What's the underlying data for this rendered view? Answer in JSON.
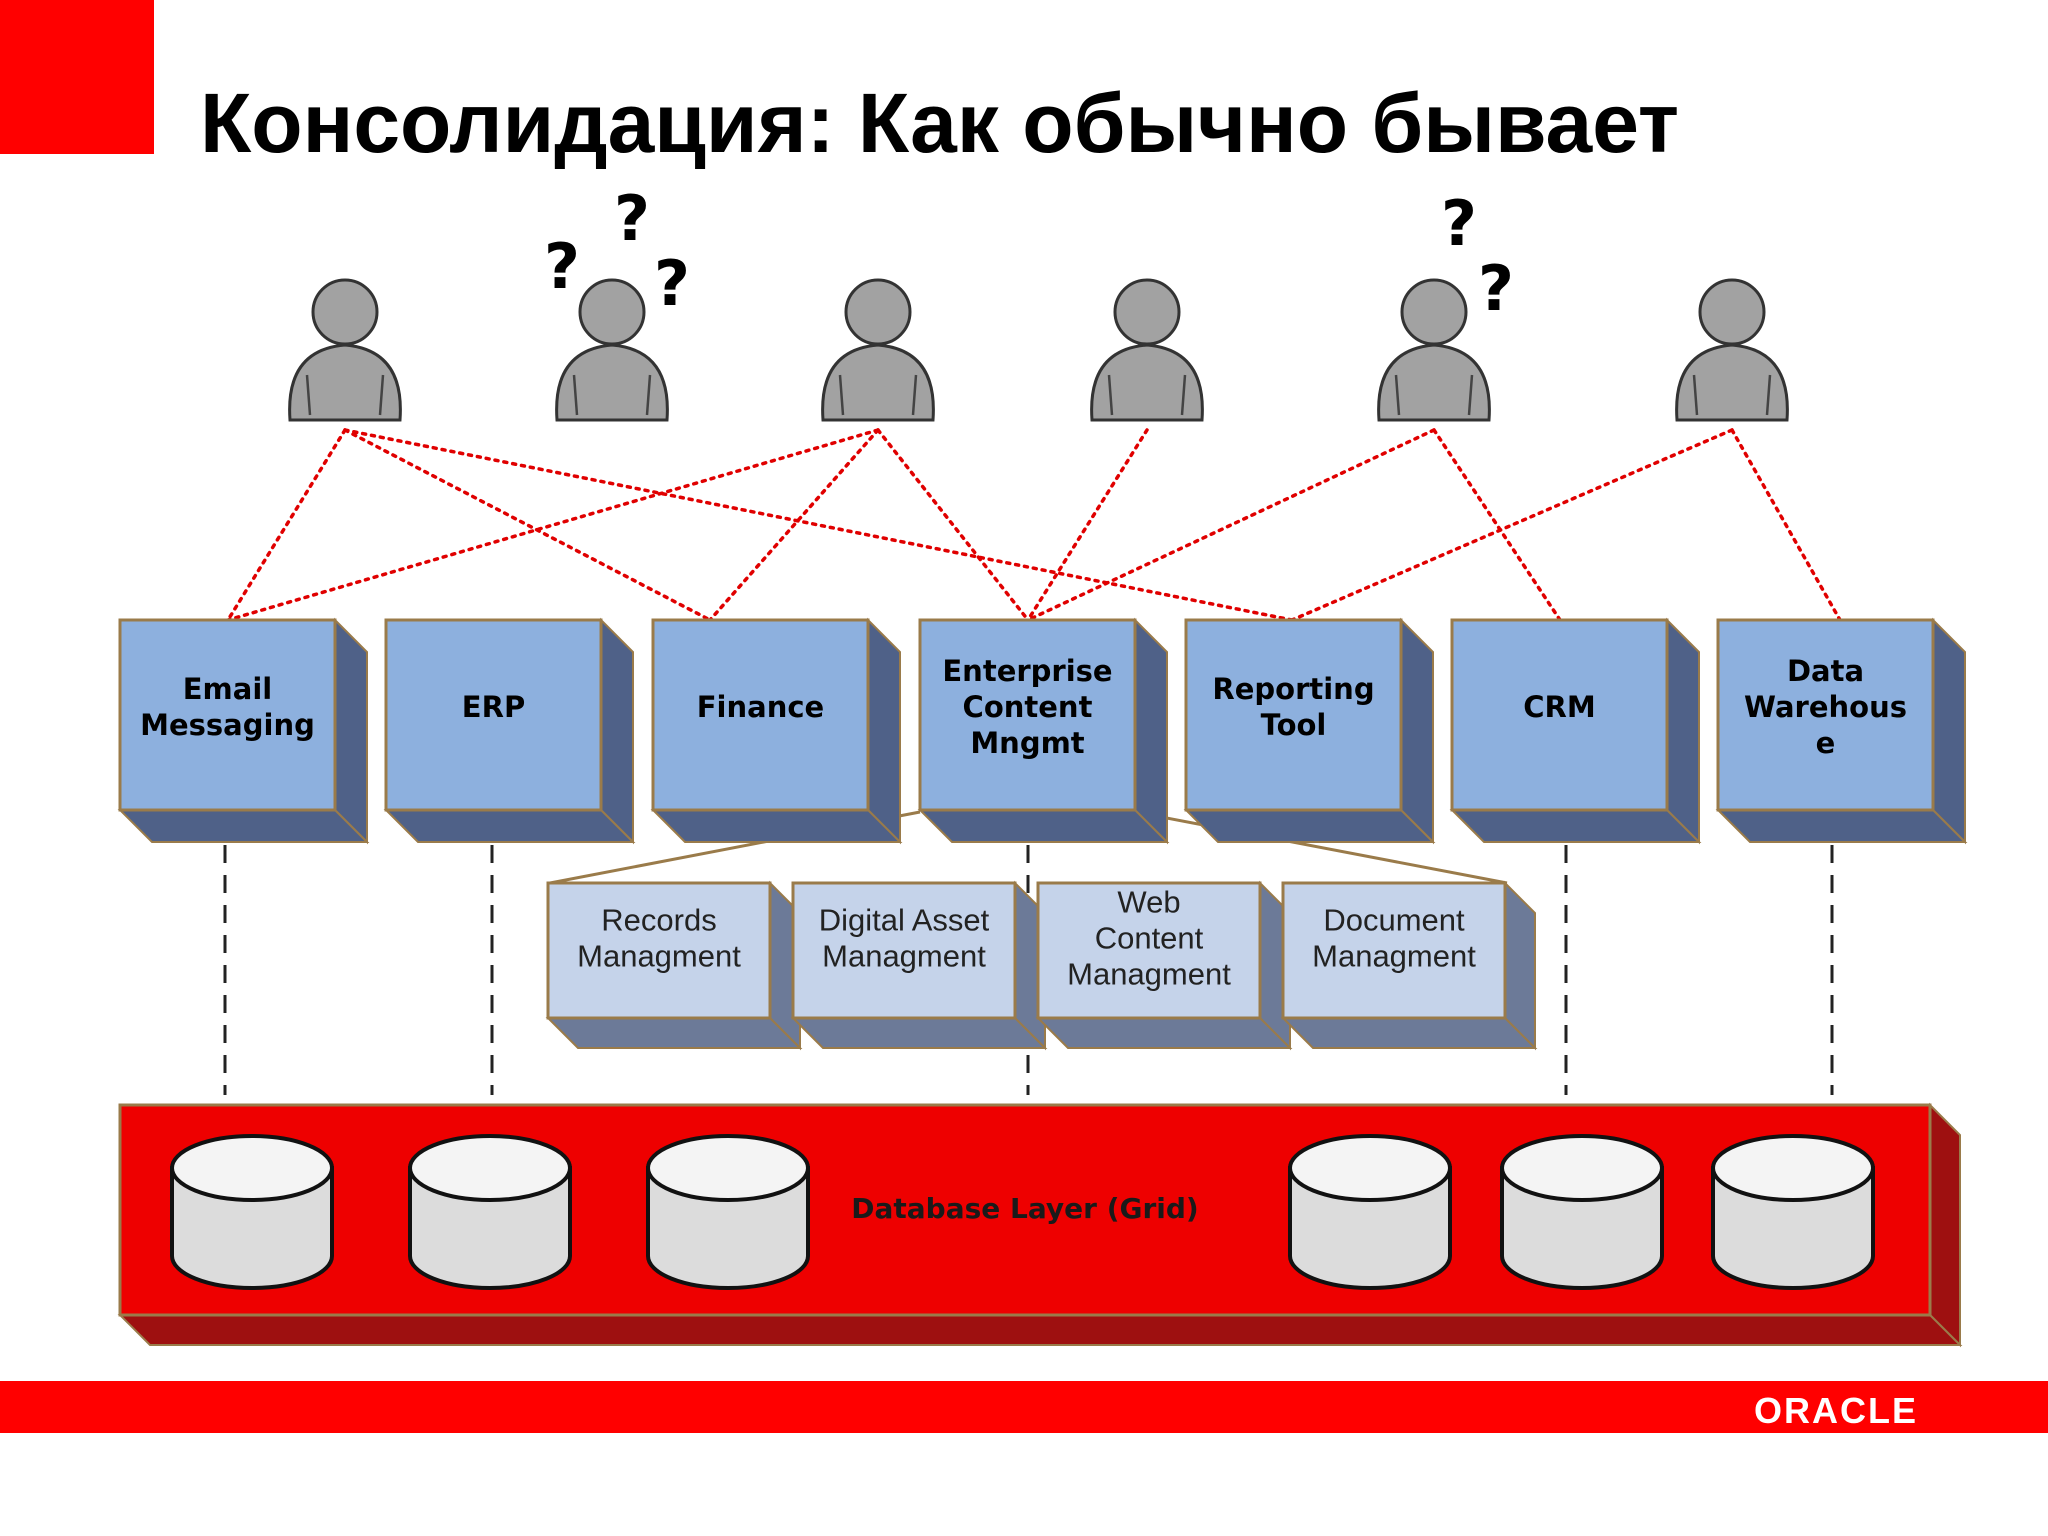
{
  "slide": {
    "title": "Консолидация: Как обычно бывает",
    "logo_text": "ORACLE",
    "accent_color": "#ff0000"
  },
  "users": [
    {
      "id": "u1",
      "questions": 0
    },
    {
      "id": "u2",
      "questions": 3
    },
    {
      "id": "u3",
      "questions": 0
    },
    {
      "id": "u4",
      "questions": 0
    },
    {
      "id": "u5",
      "questions": 2
    },
    {
      "id": "u6",
      "questions": 0
    }
  ],
  "question_mark": "?",
  "apps": [
    {
      "id": "email",
      "lines": [
        "Email",
        "Messaging"
      ]
    },
    {
      "id": "erp",
      "lines": [
        "ERP"
      ]
    },
    {
      "id": "finance",
      "lines": [
        "Finance"
      ]
    },
    {
      "id": "ecm",
      "lines": [
        "Enterprise",
        "Content",
        "Mngmt"
      ]
    },
    {
      "id": "reporting",
      "lines": [
        "Reporting",
        "Tool"
      ]
    },
    {
      "id": "crm",
      "lines": [
        "CRM"
      ]
    },
    {
      "id": "dw",
      "lines": [
        "Data",
        "Warehous",
        "e"
      ]
    }
  ],
  "ecm_modules": [
    {
      "id": "records",
      "lines": [
        "Records",
        "Managment"
      ]
    },
    {
      "id": "dam",
      "lines": [
        "Digital Asset",
        "Managment"
      ]
    },
    {
      "id": "wcm",
      "lines": [
        "Web",
        "Content",
        "Managment"
      ]
    },
    {
      "id": "doc",
      "lines": [
        "Document",
        "Managment"
      ]
    }
  ],
  "database_layer": {
    "label": "Database Layer (Grid)",
    "cylinders": 6
  },
  "connections": [
    [
      "u1",
      "email"
    ],
    [
      "u1",
      "finance"
    ],
    [
      "u1",
      "reporting"
    ],
    [
      "u3",
      "email"
    ],
    [
      "u3",
      "finance"
    ],
    [
      "u3",
      "ecm"
    ],
    [
      "u4",
      "ecm"
    ],
    [
      "u5",
      "ecm"
    ],
    [
      "u5",
      "crm"
    ],
    [
      "u6",
      "reporting"
    ],
    [
      "u6",
      "dw"
    ]
  ],
  "colors": {
    "box_face": "#8db0de",
    "box_side": "#4f6188",
    "box_border": "#9a7b4a",
    "sub_face": "#c5d3ea",
    "sub_side": "#6c7a98",
    "db_face": "#ee0000",
    "db_side": "#9e1010",
    "person": "#a2a2a2",
    "link": "#e00000"
  }
}
